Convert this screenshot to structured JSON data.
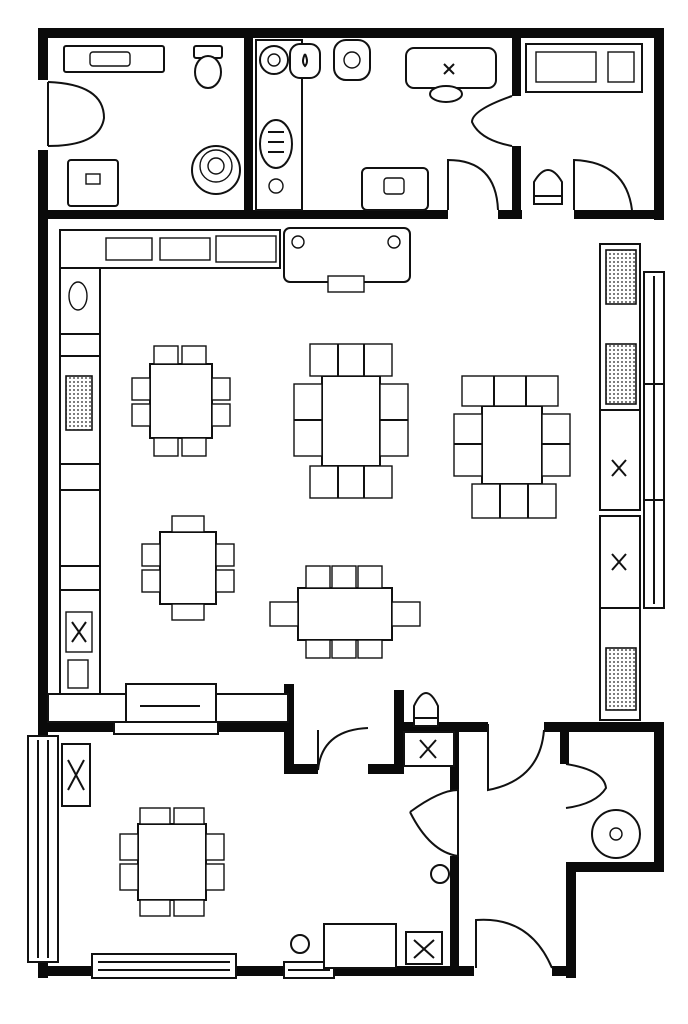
{
  "diagram": {
    "type": "floor-plan",
    "style": "black-and-white line drawing",
    "colors": {
      "wall": "#0a0a0a",
      "line": "#111111",
      "background": "#ffffff"
    },
    "rooms": [
      {
        "id": "restroom",
        "fixtures": [
          "sink-counter",
          "toilet",
          "floor-drain",
          "trash-bin"
        ]
      },
      {
        "id": "washroom",
        "fixtures": [
          "hand-sink",
          "toilet",
          "mop-sink",
          "water-heater",
          "utility-sink",
          "floor-drain"
        ]
      },
      {
        "id": "office",
        "fixtures": [
          "desk",
          "office-chair",
          "cabinet"
        ]
      },
      {
        "id": "storage",
        "fixtures": [
          "appliance-shelf",
          "water-cooler"
        ]
      },
      {
        "id": "dining-hall",
        "fixtures": [
          "kitchen-counter",
          "service-counter",
          "cooking-station",
          "booth-seating",
          "4-seat-table",
          "8-seat-table",
          "6-seat-table"
        ]
      },
      {
        "id": "private-dining",
        "fixtures": [
          "4-seat-table",
          "cabinet",
          "bench",
          "window"
        ]
      },
      {
        "id": "entry-hall",
        "fixtures": [
          "floor-drain",
          "side-counter"
        ]
      },
      {
        "id": "small-room",
        "fixtures": [
          "round-table"
        ]
      }
    ],
    "table_count": 7,
    "door_count": 8
  }
}
